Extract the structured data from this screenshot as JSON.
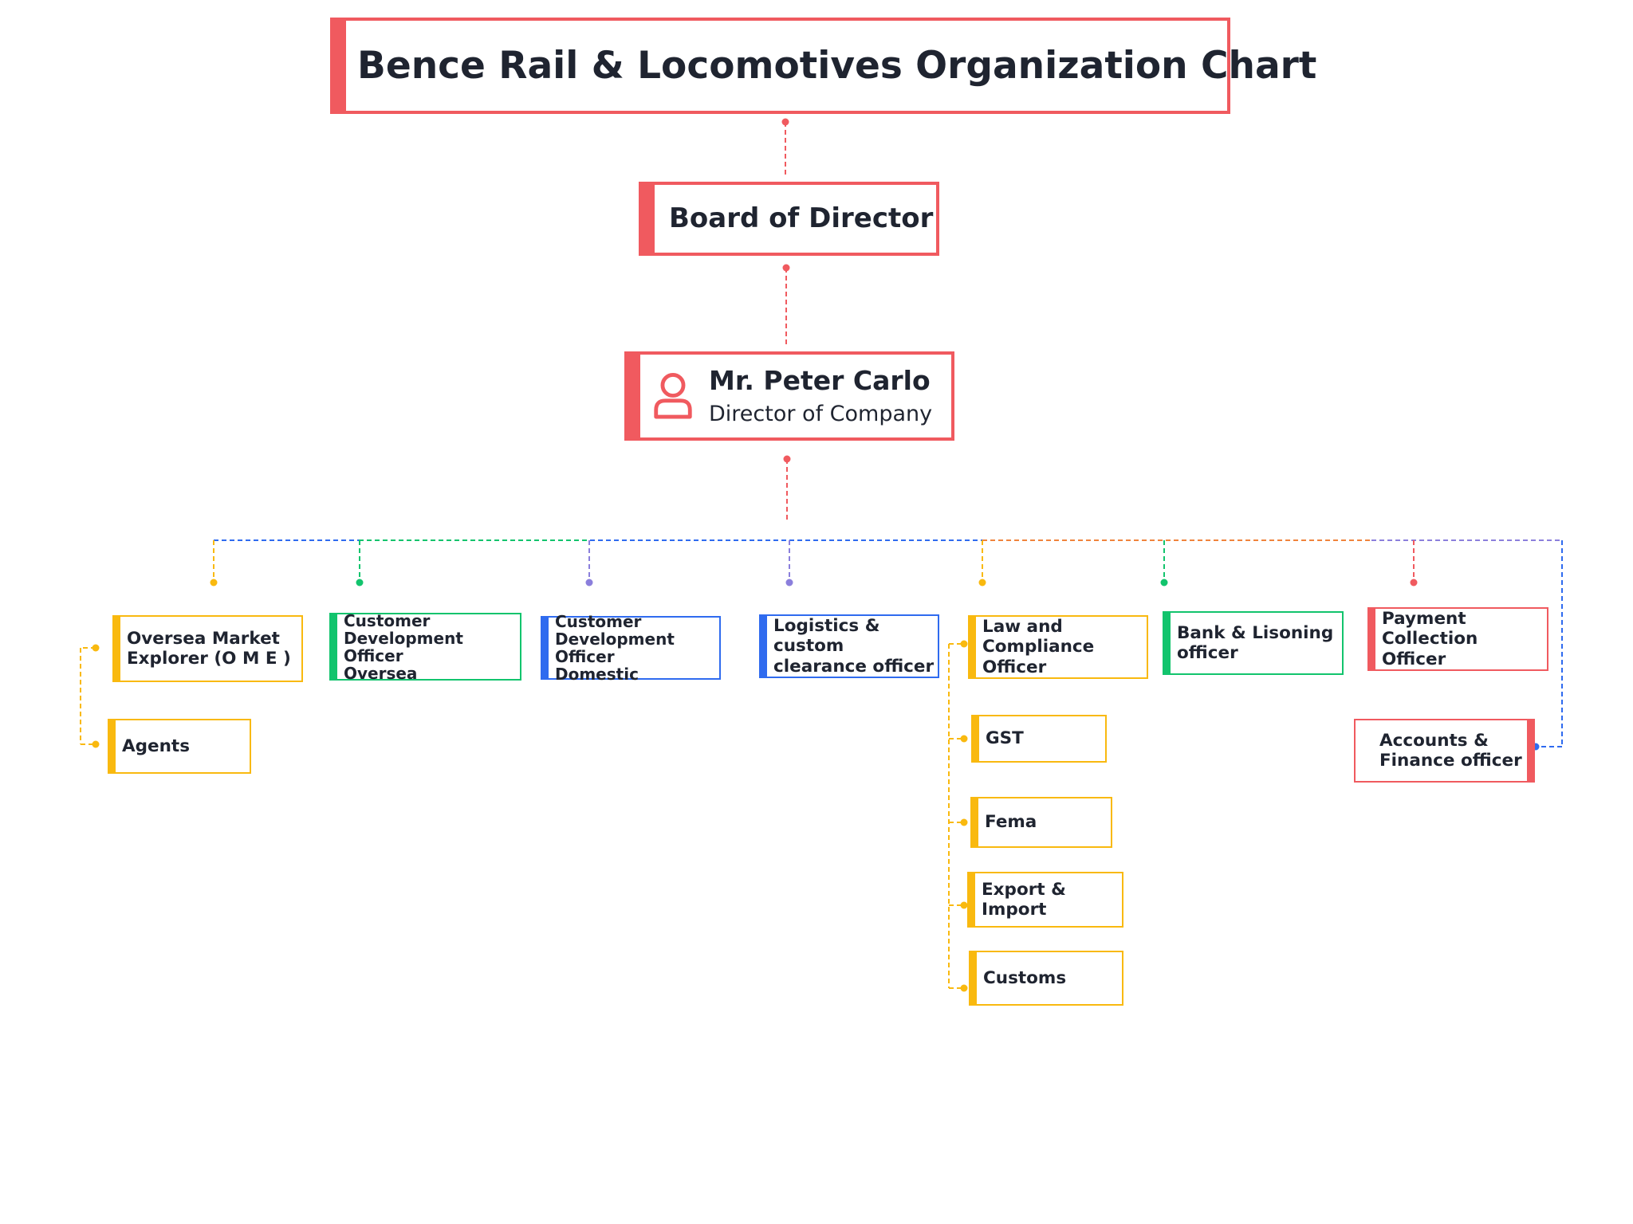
{
  "colors": {
    "red": "#f05a5f",
    "yellow": "#f9b90f",
    "green": "#12c46d",
    "blue": "#2f6bef",
    "purple": "#8b7fdc",
    "orange": "#f0843c"
  },
  "chart": {
    "title": "Bence Rail & Locomotives  Organization Chart",
    "board": "Board of Director",
    "director": {
      "name": "Mr. Peter Carlo",
      "role": "Director of Company",
      "icon": "person-icon"
    },
    "departments": [
      {
        "label": [
          "Oversea Market",
          "Explorer (O M E )"
        ],
        "subs": [
          [
            "Agents"
          ]
        ]
      },
      {
        "label": [
          "Customer",
          "Development Officer",
          "Oversea"
        ],
        "subs": []
      },
      {
        "label": [
          "Customer",
          "Development Officer",
          "Domestic"
        ],
        "subs": []
      },
      {
        "label": [
          "Logistics & custom",
          "clearance officer"
        ],
        "subs": []
      },
      {
        "label": [
          "Law and",
          "Compliance Officer"
        ],
        "subs": [
          [
            "GST"
          ],
          [
            "Fema"
          ],
          [
            "Export & Import"
          ],
          [
            "Customs"
          ]
        ]
      },
      {
        "label": [
          "Bank & Lisoning",
          "officer"
        ],
        "subs": []
      },
      {
        "label": [
          "Payment Collection",
          "Officer"
        ],
        "subs": [
          [
            "Accounts &",
            "Finance officer"
          ]
        ]
      }
    ]
  }
}
